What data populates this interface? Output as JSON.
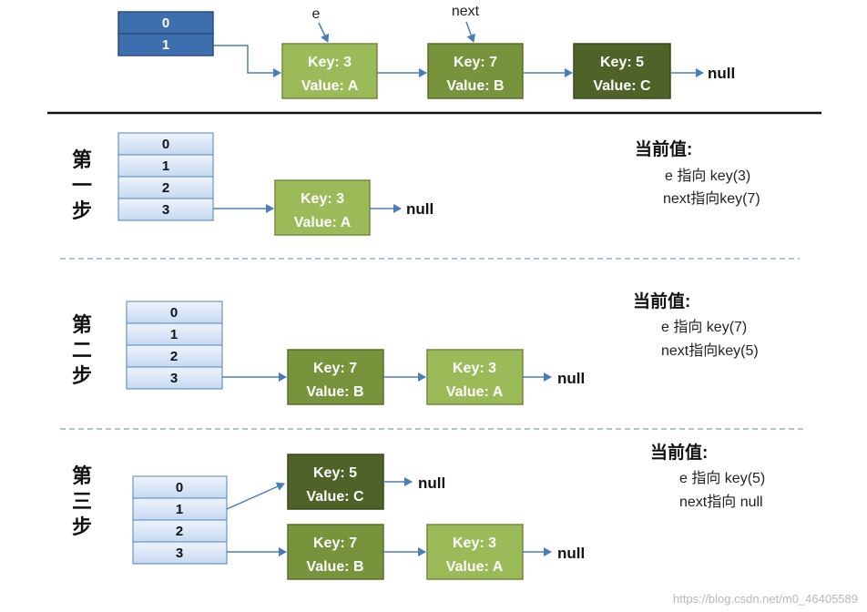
{
  "header": {
    "table_cells": [
      "0",
      "1"
    ],
    "pointer_e": "e",
    "pointer_next": "next",
    "nodes": [
      {
        "key": "Key: 3",
        "value": "Value: A"
      },
      {
        "key": "Key: 7",
        "value": "Value: B"
      },
      {
        "key": "Key: 5",
        "value": "Value: C"
      }
    ],
    "null_label": "null"
  },
  "steps": [
    {
      "label_chars": [
        "第",
        "一",
        "步"
      ],
      "table_cells": [
        "0",
        "1",
        "2",
        "3"
      ],
      "row3_nodes": [
        {
          "key": "Key: 3",
          "value": "Value: A"
        }
      ],
      "null_label": "null",
      "info": {
        "title": "当前值:",
        "line1": "e 指向 key(3)",
        "line2": "next指向key(7)"
      }
    },
    {
      "label_chars": [
        "第",
        "二",
        "步"
      ],
      "table_cells": [
        "0",
        "1",
        "2",
        "3"
      ],
      "row3_nodes": [
        {
          "key": "Key: 7",
          "value": "Value: B"
        },
        {
          "key": "Key: 3",
          "value": "Value: A"
        }
      ],
      "null_label": "null",
      "info": {
        "title": "当前值:",
        "line1": "e 指向 key(7)",
        "line2": "next指向key(5)"
      }
    },
    {
      "label_chars": [
        "第",
        "三",
        "步"
      ],
      "table_cells": [
        "0",
        "1",
        "2",
        "3"
      ],
      "row1_nodes": [
        {
          "key": "Key: 5",
          "value": "Value: C"
        }
      ],
      "row3_nodes": [
        {
          "key": "Key: 7",
          "value": "Value: B"
        },
        {
          "key": "Key: 3",
          "value": "Value: A"
        }
      ],
      "null_label": "null",
      "info": {
        "title": "当前值:",
        "line1": "e 指向 key(5)",
        "line2": "next指向 null"
      }
    }
  ],
  "watermark": "https://blog.csdn.net/m0_46405589",
  "colors": {
    "blue_cell": "#3d6fae",
    "light_cell": "#d6e4f6",
    "node_light": "#9bbb59",
    "node_mid": "#77933c",
    "node_dark": "#4f6228",
    "arrow": "#4a7ebb"
  }
}
